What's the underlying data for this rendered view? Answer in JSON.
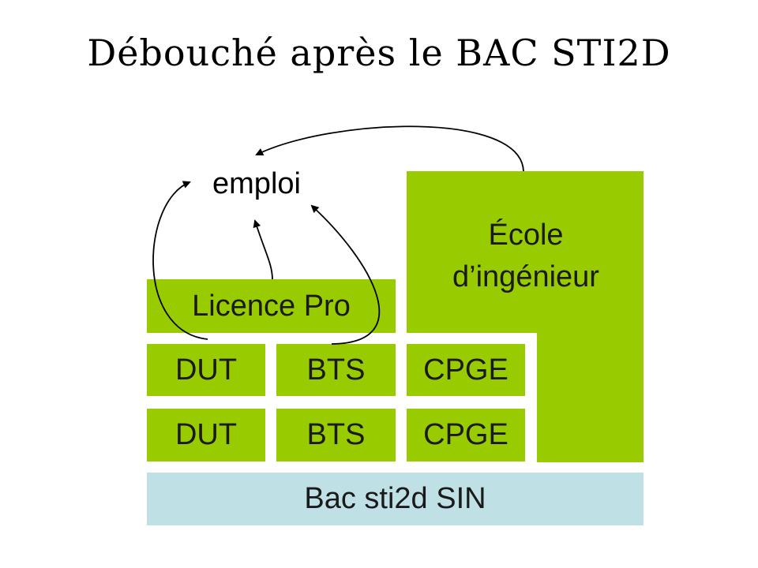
{
  "title": "Débouché après le BAC STI2D",
  "diagram": {
    "emploi": "emploi",
    "ecole_line1": "École",
    "ecole_line2": "d’ingénieur",
    "licence_pro": "Licence Pro",
    "dut_upper": "DUT",
    "bts_upper": "BTS",
    "cpge_upper": "CPGE",
    "dut_lower": "DUT",
    "bts_lower": "BTS",
    "cpge_lower": "CPGE",
    "bac": "Bac sti2d SIN"
  },
  "colors": {
    "green": "#99cc00",
    "light_blue": "#bfe1e5",
    "text": "#1a1a1a"
  }
}
